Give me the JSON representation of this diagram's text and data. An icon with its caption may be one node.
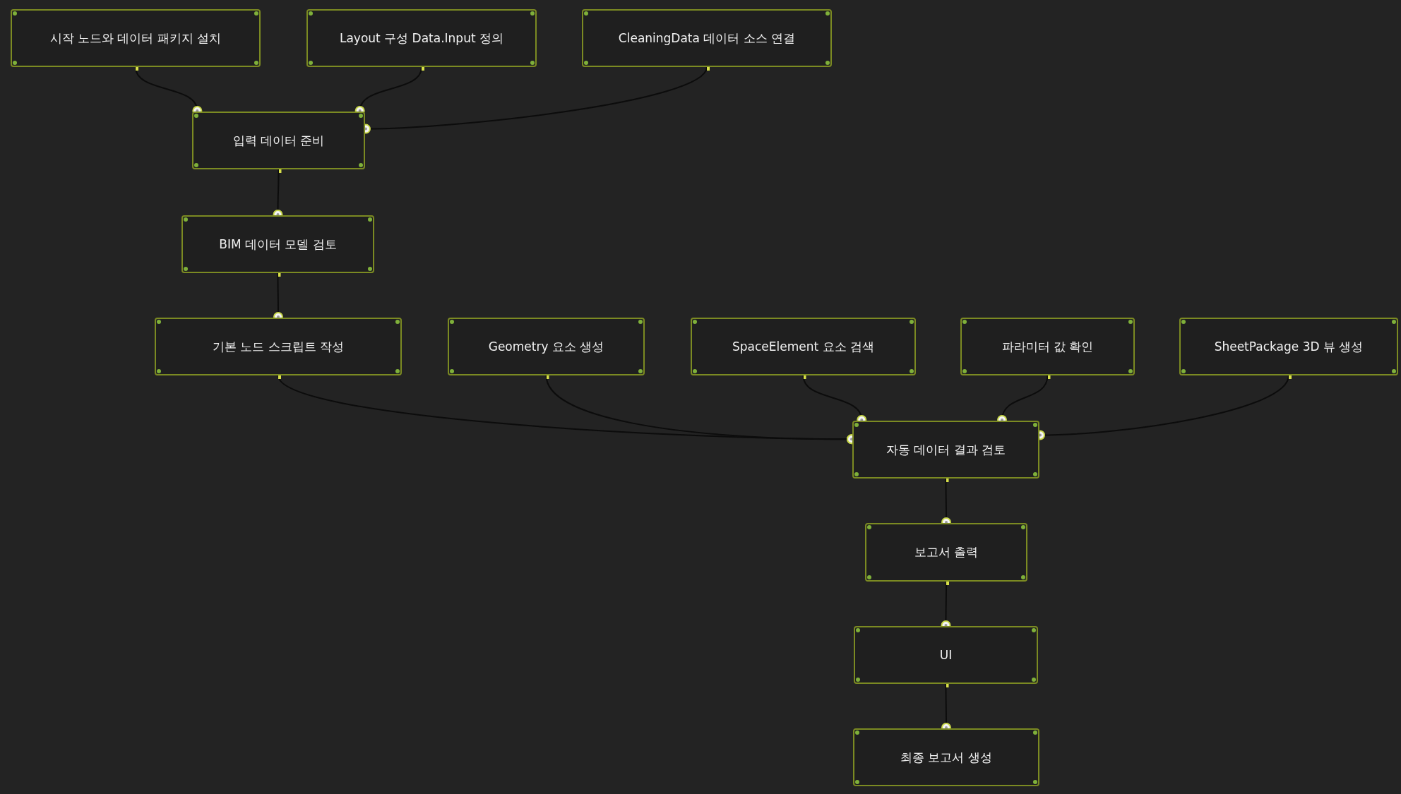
{
  "diagram": {
    "nodes": [
      {
        "text": [
          "시작 노드와 데이터 패키지 설치"
        ]
      },
      {
        "text": [
          "Layout 구성 Data.Input 정의"
        ]
      },
      {
        "text": [
          "CleaningData 데이터 소스 연결"
        ]
      },
      {
        "text": [
          "입력 데이터 준비"
        ]
      },
      {
        "text": [
          "BIM 데이터 모델 검토"
        ]
      },
      {
        "text": [
          "기본 노드 스크립트 작성"
        ]
      },
      {
        "text": [
          "Geometry 요소 생성"
        ]
      },
      {
        "text": [
          "SpaceElement 요소 검색"
        ]
      },
      {
        "text": [
          "파라미터 값 확인"
        ]
      },
      {
        "text": [
          "SheetPackage 3D 뷰 생성"
        ]
      },
      {
        "text": [
          "자동 데이터 결과 검토"
        ]
      },
      {
        "text": [
          "보고서 출력"
        ]
      },
      {
        "text": [
          "UI"
        ]
      },
      {
        "text": [
          "최종 보고서 생성"
        ]
      }
    ],
    "edges": [
      {
        "from": 0,
        "to": 3,
        "arrow": "other"
      },
      {
        "from": 1,
        "to": 3,
        "arrow": "other"
      },
      {
        "from": 2,
        "to": 3,
        "arrow": "other"
      },
      {
        "from": 3,
        "to": 4,
        "arrow": "other"
      },
      {
        "from": 4,
        "to": 5,
        "arrow": "other"
      },
      {
        "from": 5,
        "to": 10,
        "arrow": "other"
      },
      {
        "from": 6,
        "to": 10,
        "arrow": "other"
      },
      {
        "from": 7,
        "to": 10,
        "arrow": "other"
      },
      {
        "from": 8,
        "to": 10,
        "arrow": "other"
      },
      {
        "from": 9,
        "to": 10,
        "arrow": "other"
      },
      {
        "from": 10,
        "to": 11,
        "arrow": "other"
      },
      {
        "from": 11,
        "to": 12,
        "arrow": "other"
      },
      {
        "from": 12,
        "to": 13,
        "arrow": "other"
      }
    ]
  }
}
